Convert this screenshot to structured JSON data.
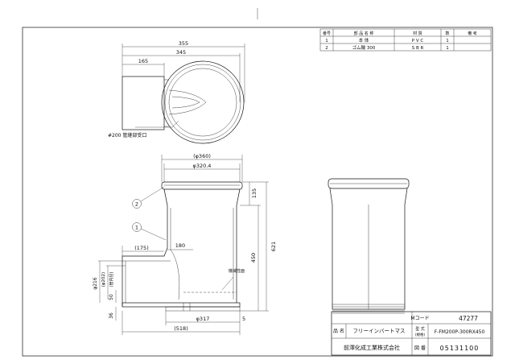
{
  "parts_table": {
    "headers": [
      "番号",
      "部 品 名 称",
      "材 質",
      "数",
      "備 考"
    ],
    "rows": [
      [
        "1",
        "本 体",
        "P V C",
        "1",
        ""
      ],
      [
        "2",
        "ゴム輪 300",
        "S B R",
        "1",
        ""
      ]
    ]
  },
  "top_view": {
    "dim_355": "355",
    "dim_345": "345",
    "dim_165": "165",
    "callout": "#200 管継部受口"
  },
  "front_view": {
    "dim_360": "(φ360)",
    "dim_3204": "φ320.4",
    "dim_135": "135",
    "dim_450": "450",
    "dim_621": "621",
    "dim_175": "(175)",
    "dim_180": "180",
    "dim_216": "φ216",
    "dim_202": "(φ202)",
    "dim_202_note": "(管内径)",
    "dim_50": "50",
    "dim_36": "36",
    "dim_317": "φ317",
    "dim_5": "5",
    "dim_518": "(518)",
    "note_bottom": "機械性面",
    "balloon_1": "1",
    "balloon_2": "2"
  },
  "title_block": {
    "mcode_label": "Mコード",
    "mcode_value": "47277",
    "name_label": "品 名",
    "name_value": "フリーインバートマス",
    "model_label": "型 式",
    "model_sub": "(規格)",
    "model_value": "F-FM200P-300RX450",
    "company": "前澤化成工業株式会社",
    "drawing_label": "図 番",
    "drawing_value": "05131100"
  }
}
